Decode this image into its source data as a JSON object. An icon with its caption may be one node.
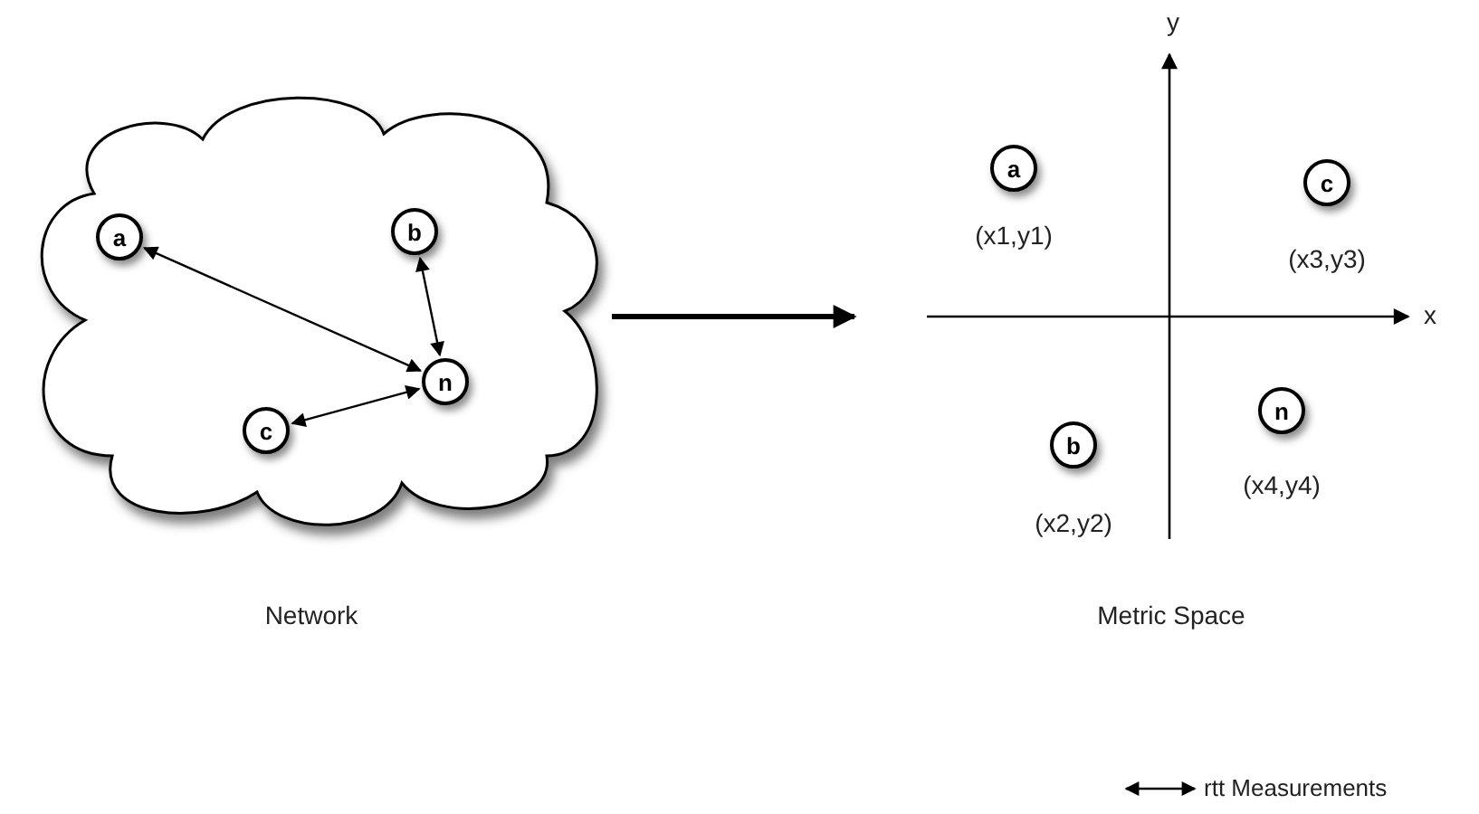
{
  "diagram": {
    "nodes": [
      {
        "text": [],
        "shape": "cloud",
        "beside": [
          "Network"
        ]
      },
      {
        "text": [
          "a"
        ],
        "in": 0
      },
      {
        "text": [
          "b"
        ],
        "in": 0
      },
      {
        "text": [
          "n"
        ],
        "in": 0
      },
      {
        "text": [
          "c"
        ],
        "in": 0
      },
      {
        "text": [
          "a"
        ],
        "beside": [
          "(x1,y1)"
        ]
      },
      {
        "text": [
          "c"
        ],
        "beside": [
          "(x3,y3)"
        ]
      },
      {
        "text": [
          "n"
        ],
        "beside": [
          "(x4,y4)"
        ]
      },
      {
        "text": [
          "b"
        ],
        "beside": [
          "(x2,y2)"
        ]
      }
    ],
    "edges": [
      {
        "from": 1,
        "to": 3,
        "arrow": "both"
      },
      {
        "from": 2,
        "to": 3,
        "arrow": "both"
      },
      {
        "from": 4,
        "to": 3,
        "arrow": "both"
      },
      {
        "from": 0,
        "to": null,
        "arrow": "to",
        "style": "thick"
      }
    ],
    "labels": [
      "y",
      "x",
      "Metric Space"
    ],
    "legend": [
      {
        "text": "rtt Measurements"
      }
    ]
  }
}
